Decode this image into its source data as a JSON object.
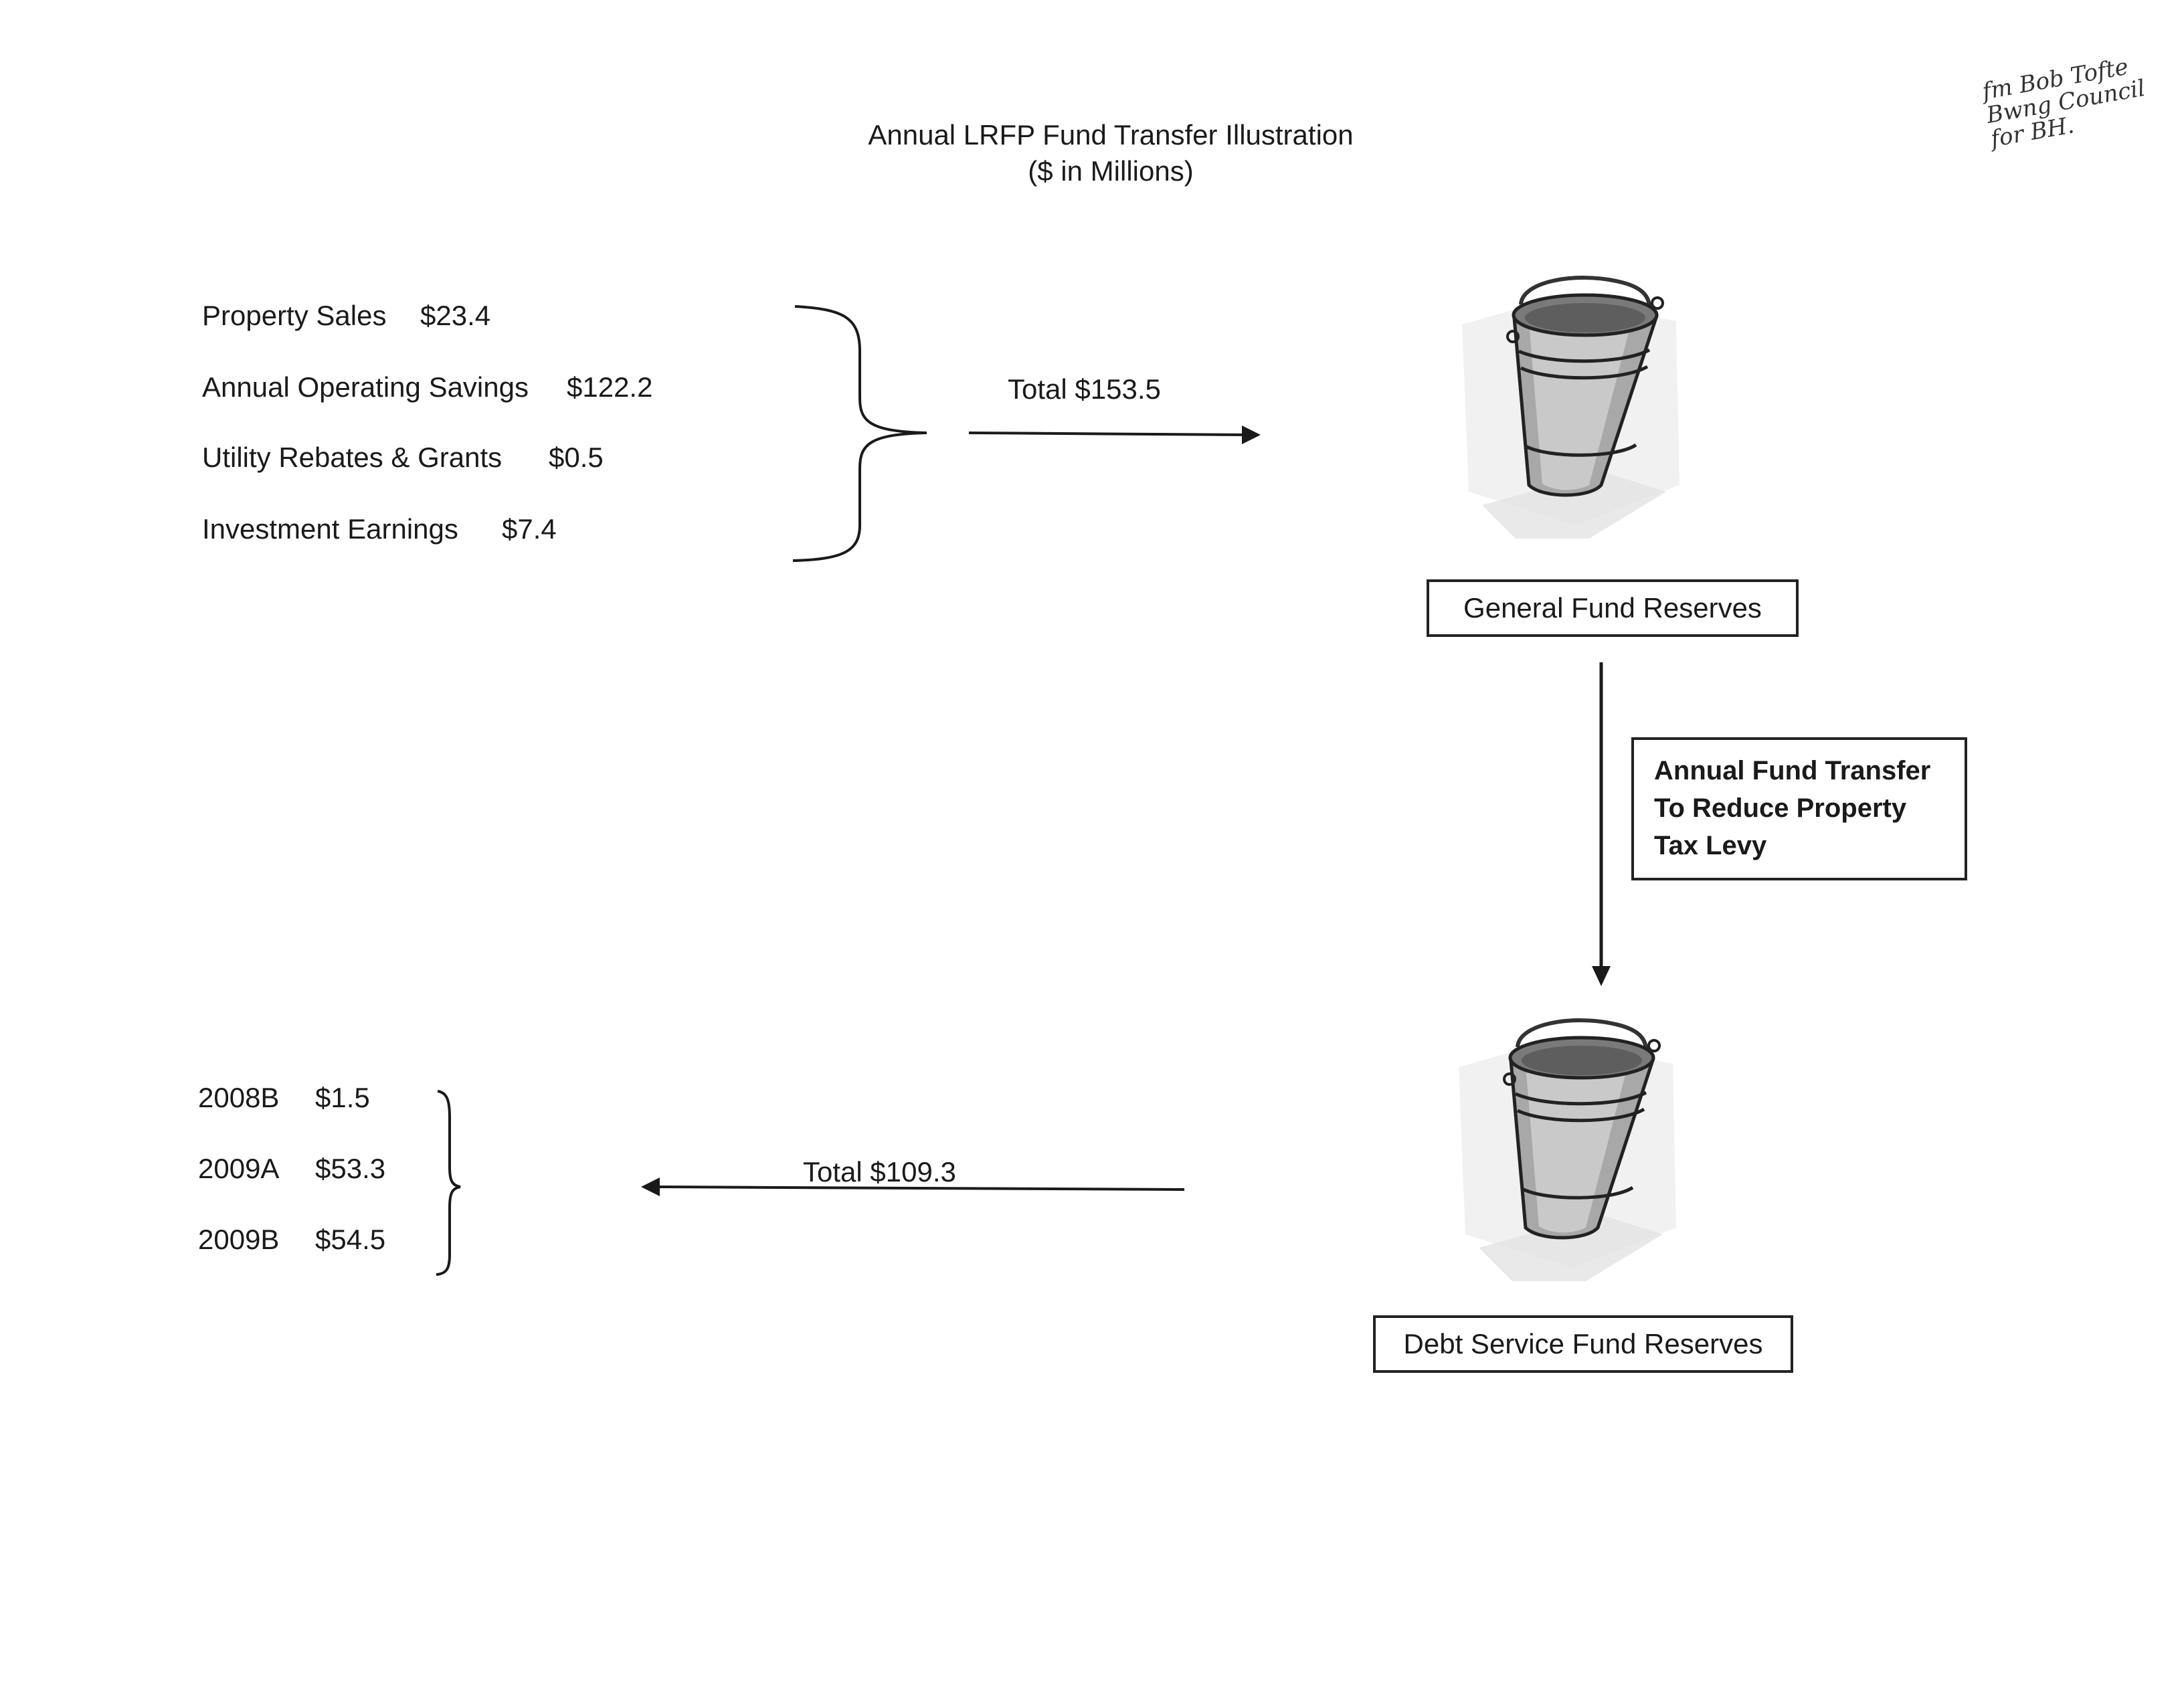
{
  "title": "Annual LRFP Fund Transfer Illustration",
  "subtitle": "($ in Millions)",
  "handwritten_note": [
    "fm Bob Tofte",
    "Bwng Council",
    "for BH."
  ],
  "sources": [
    {
      "label": "Property Sales",
      "value": "$23.4"
    },
    {
      "label": "Annual Operating Savings",
      "value": "$122.2"
    },
    {
      "label": "Utility Rebates & Grants",
      "value": "$0.5"
    },
    {
      "label": "Investment Earnings",
      "value": "$7.4"
    }
  ],
  "inflow_total": "Total $153.5",
  "general_fund_label": "General Fund Reserves",
  "transfer_label": [
    "Annual Fund Transfer",
    "To Reduce Property",
    "Tax Levy"
  ],
  "debt_fund_label": "Debt Service Fund Reserves",
  "outflow_total": "Total $109.3",
  "bonds": [
    {
      "label": "2008B",
      "value": "$1.5"
    },
    {
      "label": "2009A",
      "value": "$53.3"
    },
    {
      "label": "2009B",
      "value": "$54.5"
    }
  ],
  "icons": {
    "general_fund": "bucket-icon",
    "debt_fund": "bucket-icon"
  }
}
